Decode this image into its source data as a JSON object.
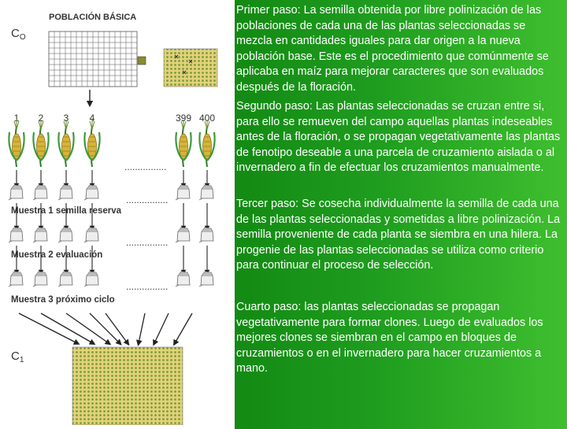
{
  "diagram": {
    "title": "POBLACIÓN BÁSICA",
    "c0_label": "C",
    "c0_sub": "O",
    "c1_label": "C",
    "c1_sub": "1",
    "plant_numbers": [
      "1",
      "2",
      "3",
      "4",
      "399",
      "400"
    ],
    "rows": [
      {
        "label": "Muestra 1 semilla reserva"
      },
      {
        "label": "Muestra 2 evaluación"
      },
      {
        "label": "Muestra 3 próximo ciclo"
      }
    ],
    "dots": "................",
    "colors": {
      "green": "#2e8b2e",
      "corn": "#d6b43a",
      "grid": "#555555",
      "panel_left": "#ffffff"
    }
  },
  "steps": [
    {
      "label": "Primer paso:",
      "text": " La semilla obtenida por libre polinización de las poblaciones de cada una de las plantas seleccionadas se mezcla en cantidades iguales para dar origen a la nueva población base. Este es el procedimiento que comúnmente se aplicaba en maíz para mejorar caracteres que son evaluados después de la floración."
    },
    {
      "label": "Segundo paso:",
      "text": " Las plantas seleccionadas se cruzan entre si, para ello se remueven del campo aquellas plantas indeseables antes de la floración, o se propagan vegetativamente las plantas de fenotipo deseable a una parcela de cruzamiento aislada o al invernadero a fin de efectuar los cruzamientos manualmente."
    },
    {
      "label": "Tercer paso:",
      "text": " Se cosecha individualmente la semilla de cada una de las plantas seleccionadas y sometidas a libre polinización. La semilla proveniente de cada planta se siembra en una hilera. La progenie de las plantas seleccionadas se utiliza como criterio para continuar el proceso de selección."
    },
    {
      "label": "Cuarto paso:",
      "text": " las plantas seleccionadas se propagan vegetativamente para formar clones. Luego de evaluados los mejores clones se siembran en el campo en bloques de cruzamientos o en el invernadero para hacer cruzamientos a mano."
    }
  ]
}
